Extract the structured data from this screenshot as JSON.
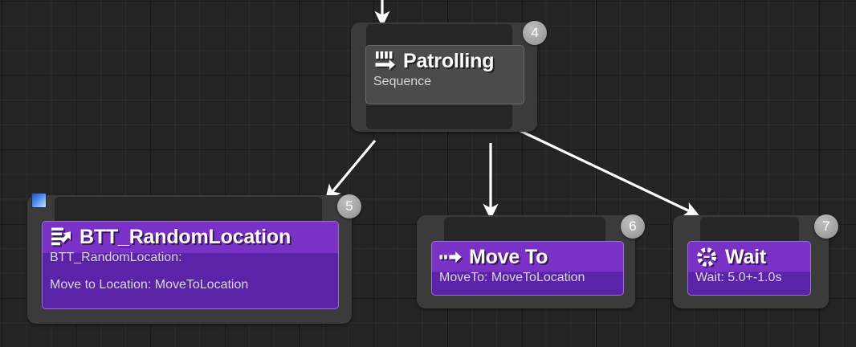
{
  "editor": {
    "name": "behavior-tree-graph",
    "background_color": "#242424",
    "grid_minor_color": "#2e2e2e",
    "grid_major_color": "#141414"
  },
  "palette": {
    "composite_body": "#4b4b4b",
    "composite_border": "#6a6a6a",
    "task_body": "#5b23a8",
    "task_header": "#7a31c6",
    "task_border": "#9a6fd4",
    "frame": "#3b3b3b",
    "pin_bar": "#262626",
    "badge": "#9e9e9e",
    "wire": "#ffffff",
    "title_text": "#fbfbfb",
    "sub_text": "#d8d8d8"
  },
  "nodes": [
    {
      "id": "patrolling",
      "kind": "composite",
      "title": "Patrolling",
      "subtitle": "Sequence",
      "index": "4",
      "icon": "sequence-icon"
    },
    {
      "id": "btt-random-location",
      "kind": "task",
      "title": "BTT_RandomLocation",
      "subtitle": "BTT_RandomLocation:",
      "subtitle2": "Move to Location: MoveToLocation",
      "index": "5",
      "icon": "bt-task-icon",
      "breakpoint_chip": "blueprint-chip"
    },
    {
      "id": "move-to",
      "kind": "task",
      "title": "Move To",
      "subtitle": "MoveTo: MoveToLocation",
      "index": "6",
      "icon": "move-to-icon"
    },
    {
      "id": "wait",
      "kind": "task",
      "title": "Wait",
      "subtitle": "Wait: 5.0+-1.0s",
      "index": "7",
      "icon": "wait-timer-icon"
    }
  ],
  "connections": [
    {
      "id": "root-to-patrolling",
      "from": "root",
      "to": "patrolling"
    },
    {
      "id": "patrolling-to-btt-random-location",
      "from": "patrolling",
      "to": "btt-random-location"
    },
    {
      "id": "patrolling-to-move-to",
      "from": "patrolling",
      "to": "move-to"
    },
    {
      "id": "patrolling-to-wait",
      "from": "patrolling",
      "to": "wait"
    }
  ]
}
